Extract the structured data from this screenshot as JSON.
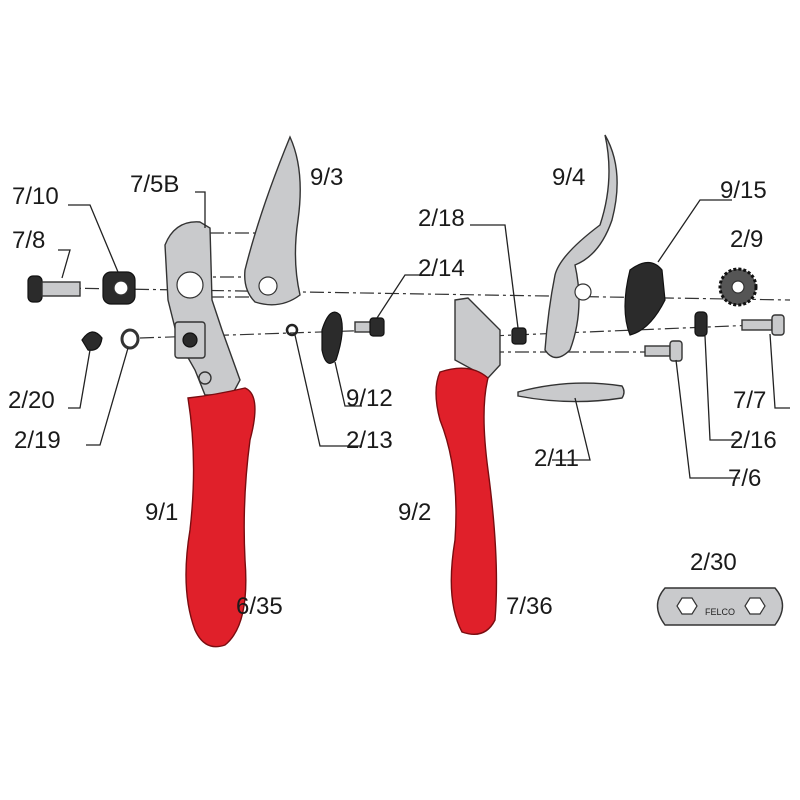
{
  "diagram": {
    "colors": {
      "handle": "#e0202a",
      "metal": "#c9cacc",
      "dark_part": "#2b2b2b"
    },
    "part_labels": {
      "p7_10": "7/10",
      "p7_8": "7/8",
      "p7_5B": "7/5B",
      "p9_3": "9/3",
      "p9_4": "9/4",
      "p9_15": "9/15",
      "p2_9": "2/9",
      "p2_18": "2/18",
      "p2_14": "2/14",
      "p2_20": "2/20",
      "p2_19": "2/19",
      "p9_12": "9/12",
      "p2_13": "2/13",
      "p9_1": "9/1",
      "p6_35": "6/35",
      "p9_2": "9/2",
      "p7_36": "7/36",
      "p2_11": "2/11",
      "p2_16": "2/16",
      "p7_7": "7/7",
      "p7_6": "7/6",
      "p2_30": "2/30"
    },
    "tool_logo": "FELCO"
  }
}
